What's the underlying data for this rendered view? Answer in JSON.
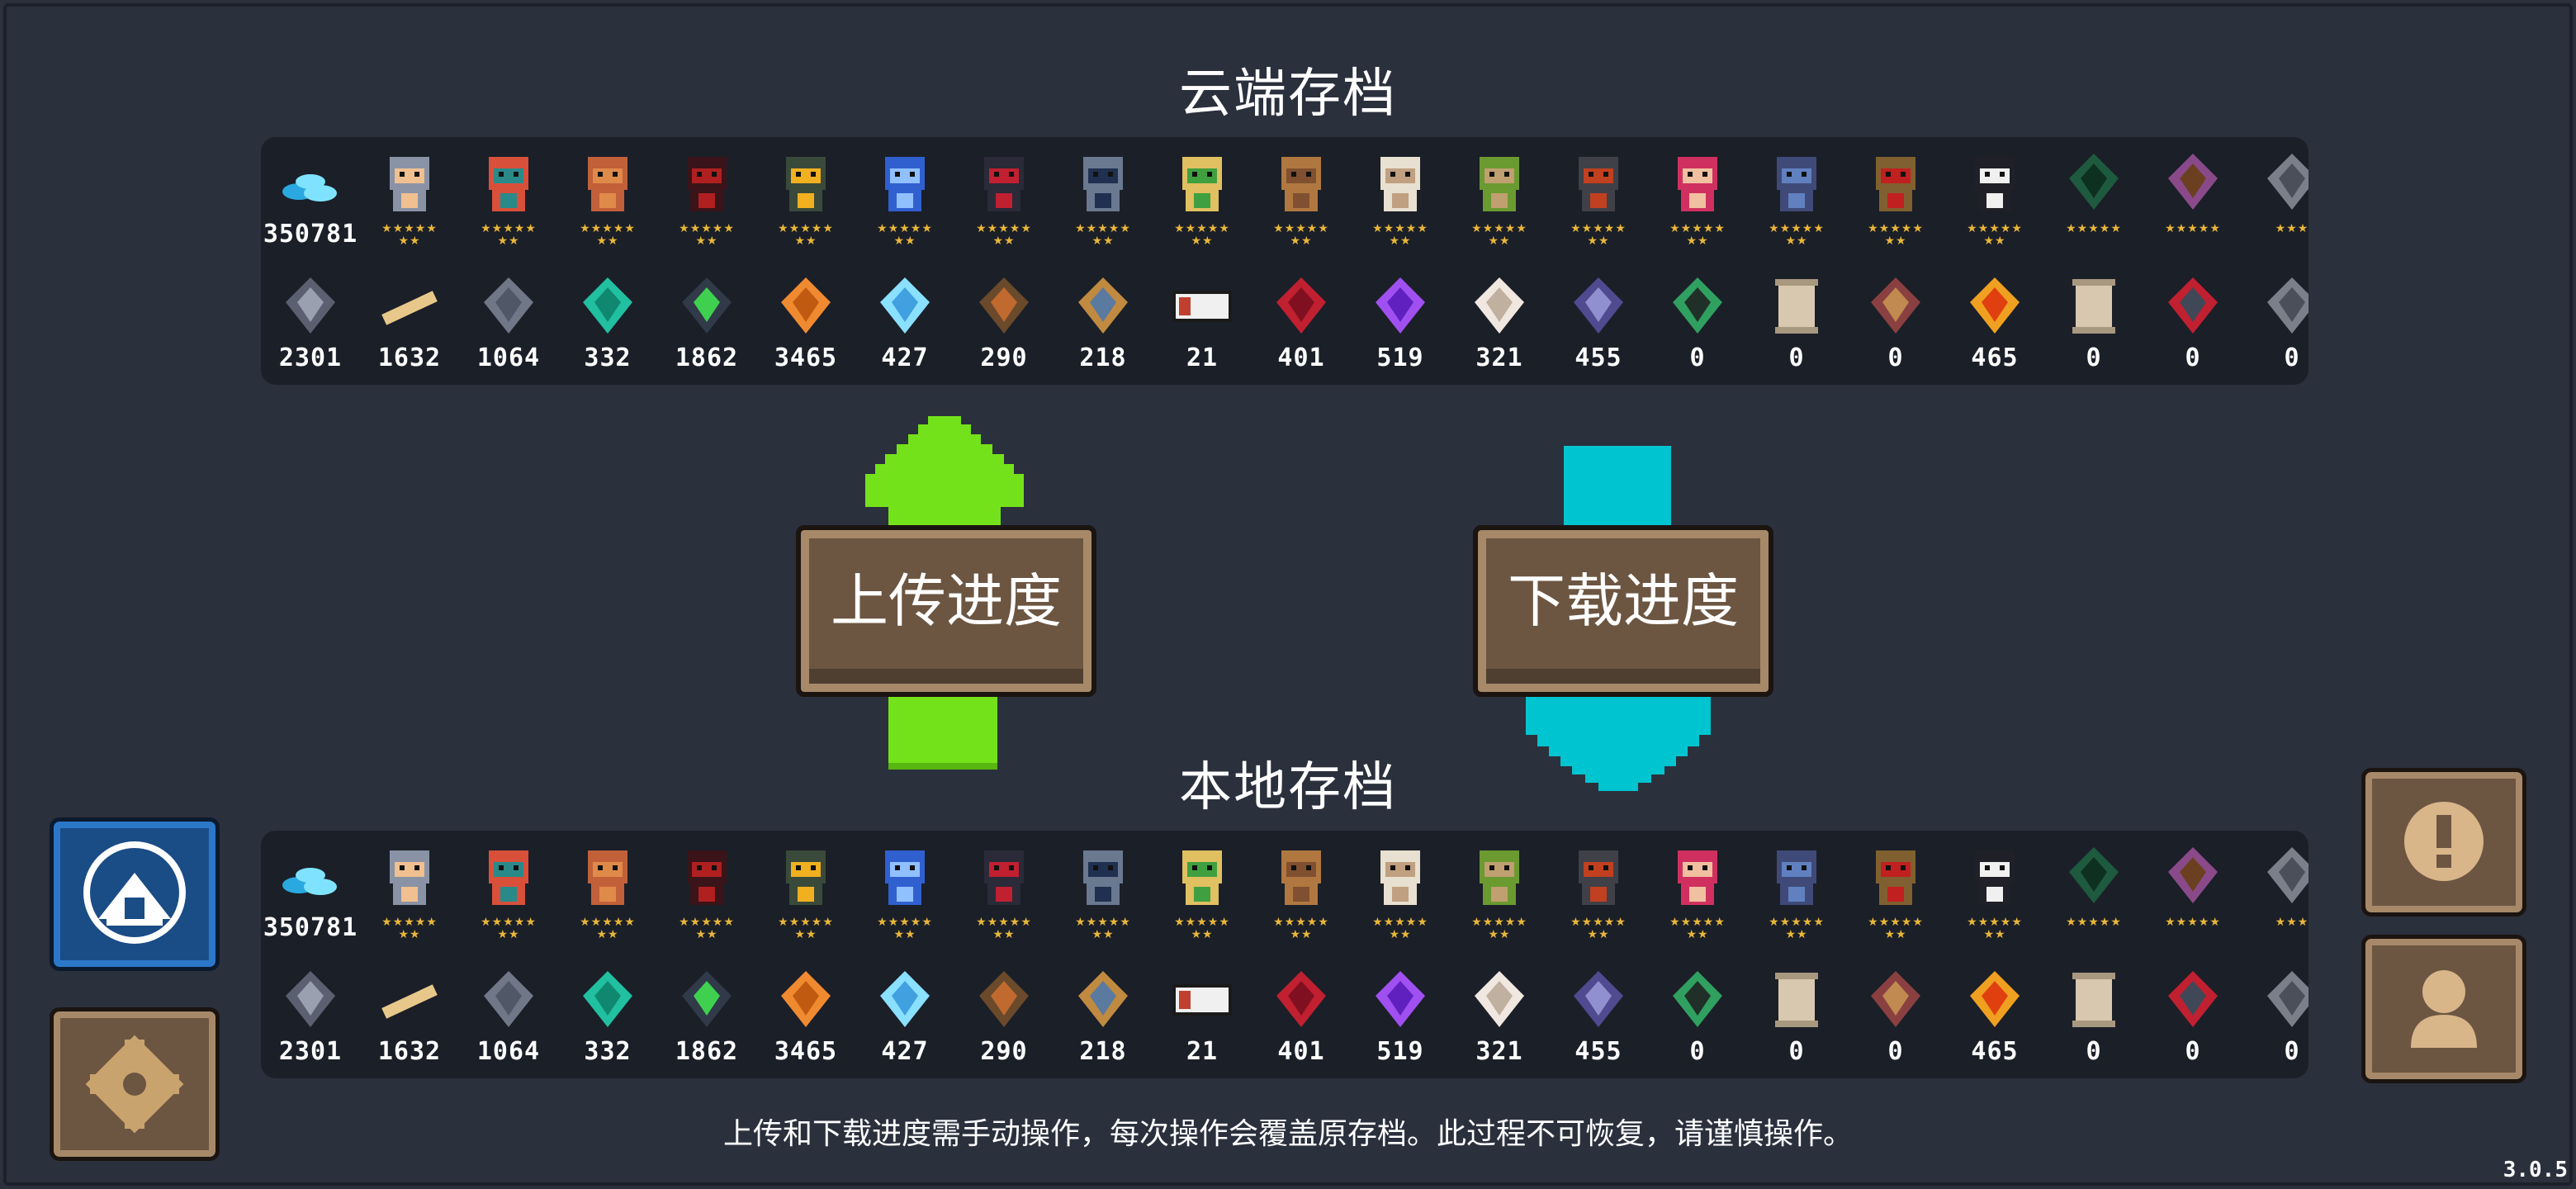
{
  "cloud_title": "云端存档",
  "local_title": "本地存档",
  "upload_label": "上传进度",
  "download_label": "下载进度",
  "warning": "上传和下载进度需手动操作，每次操作会覆盖原存档。此过程不可恢复，请谨慎操作。",
  "version": "3.0.5",
  "colors": {
    "upload_arrow": "#74e21a",
    "download_arrow": "#00c4cf",
    "wood": "#6c5642",
    "gem": "#4fd0f0"
  },
  "saves": {
    "cloud": {
      "top_row": [
        {
          "icon": "gem-currency-icon",
          "value": "350781"
        },
        {
          "icon": "knight-character-icon",
          "stars": "★★★★★\n★★"
        },
        {
          "icon": "rogue-character-icon",
          "stars": "★★★★★\n★★"
        },
        {
          "icon": "wizard-character-icon",
          "stars": "★★★★★\n★★"
        },
        {
          "icon": "assassin-character-icon",
          "stars": "★★★★★\n★★"
        },
        {
          "icon": "engineer-character-icon",
          "stars": "★★★★★\n★★"
        },
        {
          "icon": "robot-character-icon",
          "stars": "★★★★★\n★★"
        },
        {
          "icon": "vampire-character-icon",
          "stars": "★★★★★\n★★"
        },
        {
          "icon": "paladin-character-icon",
          "stars": "★★★★★\n★★"
        },
        {
          "icon": "elf-character-icon",
          "stars": "★★★★★\n★★"
        },
        {
          "icon": "werewolf-character-icon",
          "stars": "★★★★★\n★★"
        },
        {
          "icon": "priestess-character-icon",
          "stars": "★★★★★\n★★"
        },
        {
          "icon": "druid-character-icon",
          "stars": "★★★★★\n★★"
        },
        {
          "icon": "necromancer-character-icon",
          "stars": "★★★★★\n★★"
        },
        {
          "icon": "berserker-character-icon",
          "stars": "★★★★★\n★★"
        },
        {
          "icon": "demon-character-icon",
          "stars": "★★★★★\n★★"
        },
        {
          "icon": "bandit-character-icon",
          "stars": "★★★★★\n★★"
        },
        {
          "icon": "taoist-character-icon",
          "stars": "★★★★★\n★★"
        },
        {
          "icon": "green-chest-icon",
          "stars": "★★★★★"
        },
        {
          "icon": "book-icon",
          "stars": "★★★★★"
        },
        {
          "icon": "partial-icon",
          "stars": "★★★"
        }
      ],
      "bottom_row": [
        {
          "icon": "ore-icon",
          "value": "2301"
        },
        {
          "icon": "wood-plank-icon",
          "value": "1632"
        },
        {
          "icon": "gear-part-icon",
          "value": "1064"
        },
        {
          "icon": "green-crystal-icon",
          "value": "332"
        },
        {
          "icon": "battery-icon",
          "value": "1862"
        },
        {
          "icon": "orange-ore-icon",
          "value": "3465"
        },
        {
          "icon": "ice-crystal-icon",
          "value": "427"
        },
        {
          "icon": "hammer-icon",
          "value": "290"
        },
        {
          "icon": "shell-icon",
          "value": "218"
        },
        {
          "icon": "id-card-icon",
          "value": "21"
        },
        {
          "icon": "red-leaf-icon",
          "value": "401"
        },
        {
          "icon": "purple-crystal-icon",
          "value": "519"
        },
        {
          "icon": "cloth-sack-icon",
          "value": "321"
        },
        {
          "icon": "dark-crystal-icon",
          "value": "455"
        },
        {
          "icon": "green-terminal-icon",
          "value": "0"
        },
        {
          "icon": "scroll-icon",
          "value": "0"
        },
        {
          "icon": "totem-icon",
          "value": "0"
        },
        {
          "icon": "fire-crystal-icon",
          "value": "465"
        },
        {
          "icon": "scroll-icon",
          "value": "0"
        },
        {
          "icon": "red-device-icon",
          "value": "0"
        },
        {
          "icon": "partial-icon",
          "value": "0"
        }
      ]
    },
    "local": {
      "top_row": [
        {
          "icon": "gem-currency-icon",
          "value": "350781"
        },
        {
          "icon": "knight-character-icon",
          "stars": "★★★★★\n★★"
        },
        {
          "icon": "rogue-character-icon",
          "stars": "★★★★★\n★★"
        },
        {
          "icon": "wizard-character-icon",
          "stars": "★★★★★\n★★"
        },
        {
          "icon": "assassin-character-icon",
          "stars": "★★★★★\n★★"
        },
        {
          "icon": "engineer-character-icon",
          "stars": "★★★★★\n★★"
        },
        {
          "icon": "robot-character-icon",
          "stars": "★★★★★\n★★"
        },
        {
          "icon": "vampire-character-icon",
          "stars": "★★★★★\n★★"
        },
        {
          "icon": "paladin-character-icon",
          "stars": "★★★★★\n★★"
        },
        {
          "icon": "elf-character-icon",
          "stars": "★★★★★\n★★"
        },
        {
          "icon": "werewolf-character-icon",
          "stars": "★★★★★\n★★"
        },
        {
          "icon": "priestess-character-icon",
          "stars": "★★★★★\n★★"
        },
        {
          "icon": "druid-character-icon",
          "stars": "★★★★★\n★★"
        },
        {
          "icon": "necromancer-character-icon",
          "stars": "★★★★★\n★★"
        },
        {
          "icon": "berserker-character-icon",
          "stars": "★★★★★\n★★"
        },
        {
          "icon": "demon-character-icon",
          "stars": "★★★★★\n★★"
        },
        {
          "icon": "bandit-character-icon",
          "stars": "★★★★★\n★★"
        },
        {
          "icon": "taoist-character-icon",
          "stars": "★★★★★\n★★"
        },
        {
          "icon": "green-chest-icon",
          "stars": "★★★★★"
        },
        {
          "icon": "book-icon",
          "stars": "★★★★★"
        },
        {
          "icon": "partial-icon",
          "stars": "★★★"
        }
      ],
      "bottom_row": [
        {
          "icon": "ore-icon",
          "value": "2301"
        },
        {
          "icon": "wood-plank-icon",
          "value": "1632"
        },
        {
          "icon": "gear-part-icon",
          "value": "1064"
        },
        {
          "icon": "green-crystal-icon",
          "value": "332"
        },
        {
          "icon": "battery-icon",
          "value": "1862"
        },
        {
          "icon": "orange-ore-icon",
          "value": "3465"
        },
        {
          "icon": "ice-crystal-icon",
          "value": "427"
        },
        {
          "icon": "hammer-icon",
          "value": "290"
        },
        {
          "icon": "shell-icon",
          "value": "218"
        },
        {
          "icon": "id-card-icon",
          "value": "21"
        },
        {
          "icon": "red-leaf-icon",
          "value": "401"
        },
        {
          "icon": "purple-crystal-icon",
          "value": "519"
        },
        {
          "icon": "cloth-sack-icon",
          "value": "321"
        },
        {
          "icon": "dark-crystal-icon",
          "value": "455"
        },
        {
          "icon": "green-terminal-icon",
          "value": "0"
        },
        {
          "icon": "scroll-icon",
          "value": "0"
        },
        {
          "icon": "totem-icon",
          "value": "0"
        },
        {
          "icon": "fire-crystal-icon",
          "value": "465"
        },
        {
          "icon": "scroll-icon",
          "value": "0"
        },
        {
          "icon": "red-device-icon",
          "value": "0"
        },
        {
          "icon": "partial-icon",
          "value": "0"
        }
      ]
    }
  }
}
